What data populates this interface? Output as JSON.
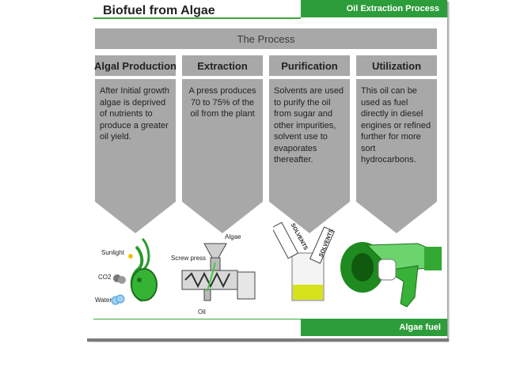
{
  "header": {
    "title": "Biofuel from Algae",
    "section": "Oil Extraction Process"
  },
  "process_title": "The Process",
  "steps": [
    {
      "name": "Algal Production",
      "text": "After Initial growth algae is deprived of nutrients to produce a greater oil yield."
    },
    {
      "name": "Extraction",
      "text": "A press produces 70 to 75% of the oil from the plant"
    },
    {
      "name": "Purification",
      "text": "Solvents are used to purify the oil from sugar and other impurities, solvent use to evaporates thereafter."
    },
    {
      "name": "Utilization",
      "text": "This oil can be used as fuel directly in diesel engines or refined further for more sort hydrocarbons."
    }
  ],
  "illustrations": {
    "algae": {
      "sunlight": "Sunlight",
      "co2": "CO2",
      "water": "Water"
    },
    "press": {
      "algae": "Algae",
      "screw_press": "Screw press",
      "oil": "Oil"
    },
    "beaker": {
      "solvents": "SOLVENTS"
    }
  },
  "footer": {
    "label": "Algae fuel"
  },
  "colors": {
    "green": "#2d9c3a",
    "grey": "#a8a8a8"
  }
}
